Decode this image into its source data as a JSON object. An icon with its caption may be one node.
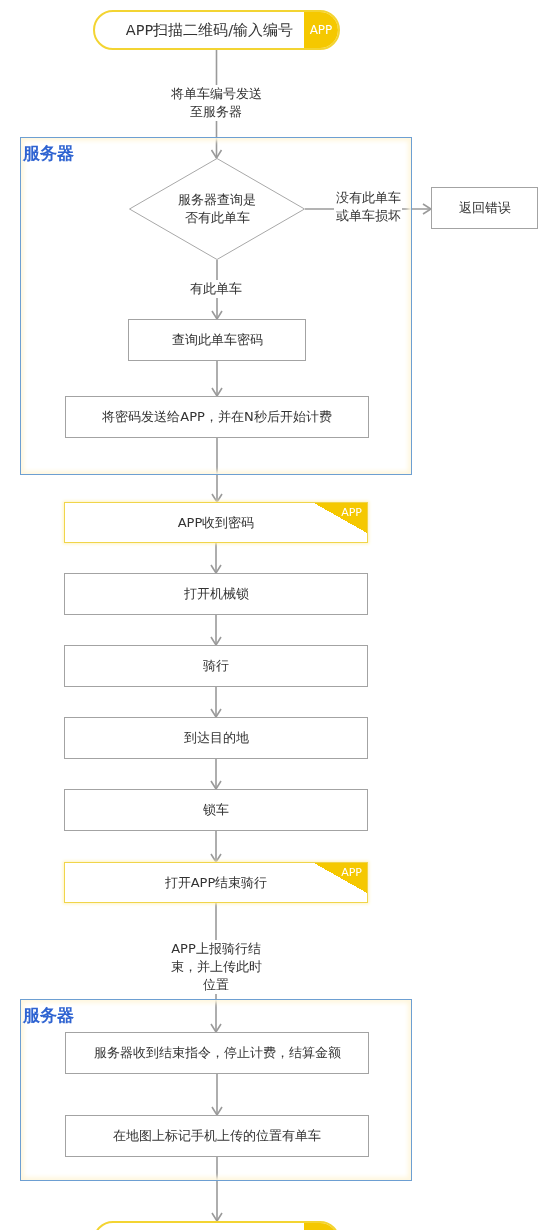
{
  "diagram": {
    "nodes": [
      {
        "text": [
          "APP扫描二维码/输入编号",
          "APP"
        ]
      },
      {
        "text": [
          "服务器"
        ]
      },
      {
        "text": [
          "服务器查询是否有此单车"
        ],
        "in": 1
      },
      {
        "text": [
          "返回错误"
        ]
      },
      {
        "text": [
          "查询此单车密码"
        ],
        "in": 1
      },
      {
        "text": [
          "将密码发送给APP，并在N秒后开始计费"
        ],
        "in": 1
      },
      {
        "text": [
          "APP收到密码",
          "APP"
        ]
      },
      {
        "text": [
          "打开机械锁"
        ]
      },
      {
        "text": [
          "骑行"
        ]
      },
      {
        "text": [
          "到达目的地"
        ]
      },
      {
        "text": [
          "锁车"
        ]
      },
      {
        "text": [
          "打开APP结束骑行",
          "APP"
        ]
      },
      {
        "text": [
          "服务器"
        ]
      },
      {
        "text": [
          "服务器收到结束指令，停止计费，结算金额"
        ],
        "in": 12
      },
      {
        "text": [
          "在地图上标记手机上传的位置有单车"
        ],
        "in": 12
      },
      {
        "text": [],
        "shape": "pill"
      }
    ],
    "edges": [
      {
        "from": 0,
        "to": 2,
        "arrow": "to",
        "label": "将单车编号发送至服务器"
      },
      {
        "from": 2,
        "to": 3,
        "arrow": "to",
        "label": "没有此单车或单车损坏"
      },
      {
        "from": 2,
        "to": 4,
        "arrow": "to",
        "label": "有此单车"
      },
      {
        "from": 4,
        "to": 5,
        "arrow": "to"
      },
      {
        "from": 5,
        "to": 6,
        "arrow": "to"
      },
      {
        "from": 6,
        "to": 7,
        "arrow": "to"
      },
      {
        "from": 7,
        "to": 8,
        "arrow": "to"
      },
      {
        "from": 8,
        "to": 9,
        "arrow": "to"
      },
      {
        "from": 9,
        "to": 10,
        "arrow": "to"
      },
      {
        "from": 10,
        "to": 11,
        "arrow": "to"
      },
      {
        "from": 11,
        "to": 13,
        "arrow": "to",
        "label": "APP上报骑行结束，并上传此时位置"
      },
      {
        "from": 13,
        "to": 14,
        "arrow": "to"
      },
      {
        "from": 14,
        "to": 15,
        "arrow": "to"
      }
    ]
  }
}
